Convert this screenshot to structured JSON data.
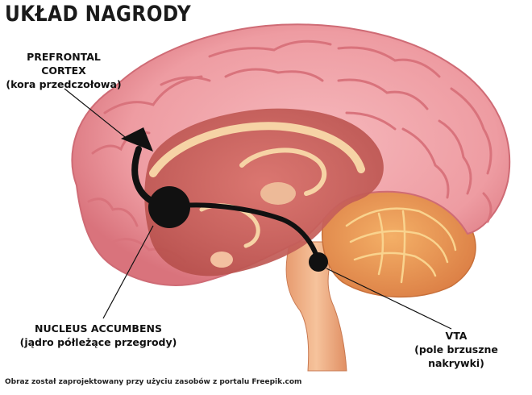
{
  "title": "UKŁAD NAGRODY",
  "labels": {
    "prefrontal": {
      "name": "PREFRONTAL CORTEX",
      "sub": "(kora przedczołowa)"
    },
    "nucleus": {
      "name": "NUCLEUS ACCUMBENS",
      "sub": "(jądro półleżące przegrody)"
    },
    "vta": {
      "name": "VTA",
      "sub": "(pole brzuszne nakrywki)"
    }
  },
  "footer": "Obraz został zaprojektowany przy użyciu zasobów z portalu Freepik.com",
  "colors": {
    "cortex": "#f0a0a5",
    "cortex_dark": "#d8737b",
    "inner": "#c65a55",
    "pathway": "#f6d3a5",
    "cerebellum": "#e8965a",
    "brainstem": "#f1b389",
    "marker": "#111111"
  }
}
